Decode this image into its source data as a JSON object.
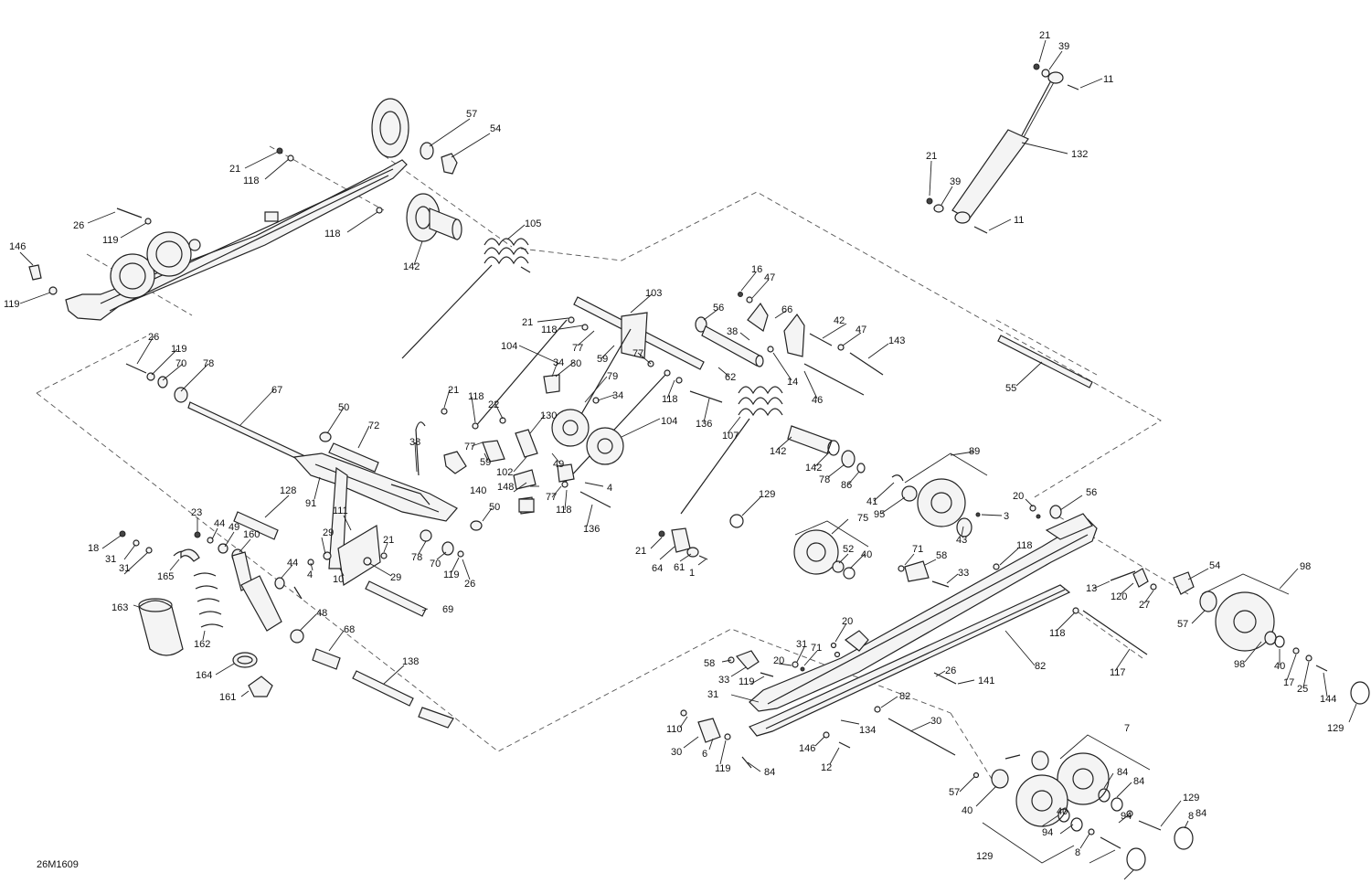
{
  "drawing_code": "26M1609",
  "callouts": [
    {
      "id": "c-21a",
      "text": "21"
    },
    {
      "id": "c-39a",
      "text": "39"
    },
    {
      "id": "c-11a",
      "text": "11"
    },
    {
      "id": "c-132",
      "text": "132"
    },
    {
      "id": "c-21b",
      "text": "21"
    },
    {
      "id": "c-39b",
      "text": "39"
    },
    {
      "id": "c-11b",
      "text": "11"
    },
    {
      "id": "c-57a",
      "text": "57"
    },
    {
      "id": "c-54a",
      "text": "54"
    },
    {
      "id": "c-21c",
      "text": "21"
    },
    {
      "id": "c-118a",
      "text": "118"
    },
    {
      "id": "c-26a",
      "text": "26"
    },
    {
      "id": "c-119a",
      "text": "119"
    },
    {
      "id": "c-118b",
      "text": "118"
    },
    {
      "id": "c-142a",
      "text": "142"
    },
    {
      "id": "c-105",
      "text": "105"
    },
    {
      "id": "c-146a",
      "text": "146"
    },
    {
      "id": "c-119b",
      "text": "119"
    },
    {
      "id": "c-16",
      "text": "16"
    },
    {
      "id": "c-47a",
      "text": "47"
    },
    {
      "id": "c-66",
      "text": "66"
    },
    {
      "id": "c-56a",
      "text": "56"
    },
    {
      "id": "c-38a",
      "text": "38"
    },
    {
      "id": "c-42",
      "text": "42"
    },
    {
      "id": "c-47b",
      "text": "47"
    },
    {
      "id": "c-143",
      "text": "143"
    },
    {
      "id": "c-103",
      "text": "103"
    },
    {
      "id": "c-21d",
      "text": "21"
    },
    {
      "id": "c-118c",
      "text": "118"
    },
    {
      "id": "c-77a",
      "text": "77"
    },
    {
      "id": "c-59a",
      "text": "59"
    },
    {
      "id": "c-104a",
      "text": "104"
    },
    {
      "id": "c-34a",
      "text": "34"
    },
    {
      "id": "c-80",
      "text": "80"
    },
    {
      "id": "c-79",
      "text": "79"
    },
    {
      "id": "c-77b",
      "text": "77"
    },
    {
      "id": "c-62",
      "text": "62"
    },
    {
      "id": "c-14",
      "text": "14"
    },
    {
      "id": "c-46",
      "text": "46"
    },
    {
      "id": "c-55",
      "text": "55"
    },
    {
      "id": "c-118d",
      "text": "118"
    },
    {
      "id": "c-136a",
      "text": "136"
    },
    {
      "id": "c-107",
      "text": "107"
    },
    {
      "id": "c-26b",
      "text": "26"
    },
    {
      "id": "c-119c",
      "text": "119"
    },
    {
      "id": "c-70a",
      "text": "70"
    },
    {
      "id": "c-78a",
      "text": "78"
    },
    {
      "id": "c-67",
      "text": "67"
    },
    {
      "id": "c-21e",
      "text": "21"
    },
    {
      "id": "c-118e",
      "text": "118"
    },
    {
      "id": "c-22",
      "text": "22"
    },
    {
      "id": "c-34b",
      "text": "34"
    },
    {
      "id": "c-104b",
      "text": "104"
    },
    {
      "id": "c-50a",
      "text": "50"
    },
    {
      "id": "c-72",
      "text": "72"
    },
    {
      "id": "c-130",
      "text": "130"
    },
    {
      "id": "c-38b",
      "text": "38"
    },
    {
      "id": "c-77c",
      "text": "77"
    },
    {
      "id": "c-59b",
      "text": "59"
    },
    {
      "id": "c-102",
      "text": "102"
    },
    {
      "id": "c-49a",
      "text": "49"
    },
    {
      "id": "c-142b",
      "text": "142"
    },
    {
      "id": "c-89",
      "text": "89"
    },
    {
      "id": "c-142c",
      "text": "142"
    },
    {
      "id": "c-78b",
      "text": "78"
    },
    {
      "id": "c-86",
      "text": "86"
    },
    {
      "id": "c-148",
      "text": "148"
    },
    {
      "id": "c-140",
      "text": "140"
    },
    {
      "id": "c-4a",
      "text": "4"
    },
    {
      "id": "c-77d",
      "text": "77"
    },
    {
      "id": "c-118f",
      "text": "118"
    },
    {
      "id": "c-136b",
      "text": "136"
    },
    {
      "id": "c-128",
      "text": "128"
    },
    {
      "id": "c-91",
      "text": "91"
    },
    {
      "id": "c-50b",
      "text": "50"
    },
    {
      "id": "c-41",
      "text": "41"
    },
    {
      "id": "c-95",
      "text": "95"
    },
    {
      "id": "c-43",
      "text": "43"
    },
    {
      "id": "c-3",
      "text": "3"
    },
    {
      "id": "c-129a",
      "text": "129"
    },
    {
      "id": "c-20a",
      "text": "20"
    },
    {
      "id": "c-56b",
      "text": "56"
    },
    {
      "id": "c-23",
      "text": "23"
    },
    {
      "id": "c-44a",
      "text": "44"
    },
    {
      "id": "c-49b",
      "text": "49"
    },
    {
      "id": "c-160",
      "text": "160"
    },
    {
      "id": "c-111",
      "text": "111"
    },
    {
      "id": "c-18",
      "text": "18"
    },
    {
      "id": "c-31a",
      "text": "31"
    },
    {
      "id": "c-31b",
      "text": "31"
    },
    {
      "id": "c-165",
      "text": "165"
    },
    {
      "id": "c-29a",
      "text": "29"
    },
    {
      "id": "c-21f",
      "text": "21"
    },
    {
      "id": "c-75",
      "text": "75"
    },
    {
      "id": "c-21g",
      "text": "21"
    },
    {
      "id": "c-64",
      "text": "64"
    },
    {
      "id": "c-61",
      "text": "61"
    },
    {
      "id": "c-1",
      "text": "1"
    },
    {
      "id": "c-52",
      "text": "52"
    },
    {
      "id": "c-40a",
      "text": "40"
    },
    {
      "id": "c-71a",
      "text": "71"
    },
    {
      "id": "c-58a",
      "text": "58"
    },
    {
      "id": "c-33a",
      "text": "33"
    },
    {
      "id": "c-118g",
      "text": "118"
    },
    {
      "id": "c-4b",
      "text": "4"
    },
    {
      "id": "c-10",
      "text": "10"
    },
    {
      "id": "c-29b",
      "text": "29"
    },
    {
      "id": "c-78c",
      "text": "78"
    },
    {
      "id": "c-70b",
      "text": "70"
    },
    {
      "id": "c-119d",
      "text": "119"
    },
    {
      "id": "c-26c",
      "text": "26"
    },
    {
      "id": "c-44b",
      "text": "44"
    },
    {
      "id": "c-163",
      "text": "163"
    },
    {
      "id": "c-162",
      "text": "162"
    },
    {
      "id": "c-69",
      "text": "69"
    },
    {
      "id": "c-48",
      "text": "48"
    },
    {
      "id": "c-68",
      "text": "68"
    },
    {
      "id": "c-164",
      "text": "164"
    },
    {
      "id": "c-161",
      "text": "161"
    },
    {
      "id": "c-138",
      "text": "138"
    },
    {
      "id": "c-13",
      "text": "13"
    },
    {
      "id": "c-120",
      "text": "120"
    },
    {
      "id": "c-27",
      "text": "27"
    },
    {
      "id": "c-54b",
      "text": "54"
    },
    {
      "id": "c-98a",
      "text": "98"
    },
    {
      "id": "c-57b",
      "text": "57"
    },
    {
      "id": "c-118h",
      "text": "118"
    },
    {
      "id": "c-82a",
      "text": "82"
    },
    {
      "id": "c-117",
      "text": "117"
    },
    {
      "id": "c-98b",
      "text": "98"
    },
    {
      "id": "c-40b",
      "text": "40"
    },
    {
      "id": "c-17",
      "text": "17"
    },
    {
      "id": "c-25",
      "text": "25"
    },
    {
      "id": "c-144",
      "text": "144"
    },
    {
      "id": "c-129b",
      "text": "129"
    },
    {
      "id": "c-20b",
      "text": "20"
    },
    {
      "id": "c-20c",
      "text": "20"
    },
    {
      "id": "c-31c",
      "text": "31"
    },
    {
      "id": "c-71b",
      "text": "71"
    },
    {
      "id": "c-58b",
      "text": "58"
    },
    {
      "id": "c-33b",
      "text": "33"
    },
    {
      "id": "c-119e",
      "text": "119"
    },
    {
      "id": "c-26d",
      "text": "26"
    },
    {
      "id": "c-141",
      "text": "141"
    },
    {
      "id": "c-31d",
      "text": "31"
    },
    {
      "id": "c-82b",
      "text": "82"
    },
    {
      "id": "c-134",
      "text": "134"
    },
    {
      "id": "c-30a",
      "text": "30"
    },
    {
      "id": "c-110",
      "text": "110"
    },
    {
      "id": "c-30b",
      "text": "30"
    },
    {
      "id": "c-6",
      "text": "6"
    },
    {
      "id": "c-119f",
      "text": "119"
    },
    {
      "id": "c-146b",
      "text": "146"
    },
    {
      "id": "c-12",
      "text": "12"
    },
    {
      "id": "c-84a",
      "text": "84"
    },
    {
      "id": "c-7",
      "text": "7"
    },
    {
      "id": "c-57c",
      "text": "57"
    },
    {
      "id": "c-40c",
      "text": "40"
    },
    {
      "id": "c-84b",
      "text": "84"
    },
    {
      "id": "c-84c",
      "text": "84"
    },
    {
      "id": "c-40d",
      "text": "40"
    },
    {
      "id": "c-94a",
      "text": "94"
    },
    {
      "id": "c-94b",
      "text": "94"
    },
    {
      "id": "c-8a",
      "text": "8"
    },
    {
      "id": "c-129c",
      "text": "129"
    },
    {
      "id": "c-84d",
      "text": "84"
    },
    {
      "id": "c-8b",
      "text": "8"
    },
    {
      "id": "c-129d",
      "text": "129"
    }
  ]
}
